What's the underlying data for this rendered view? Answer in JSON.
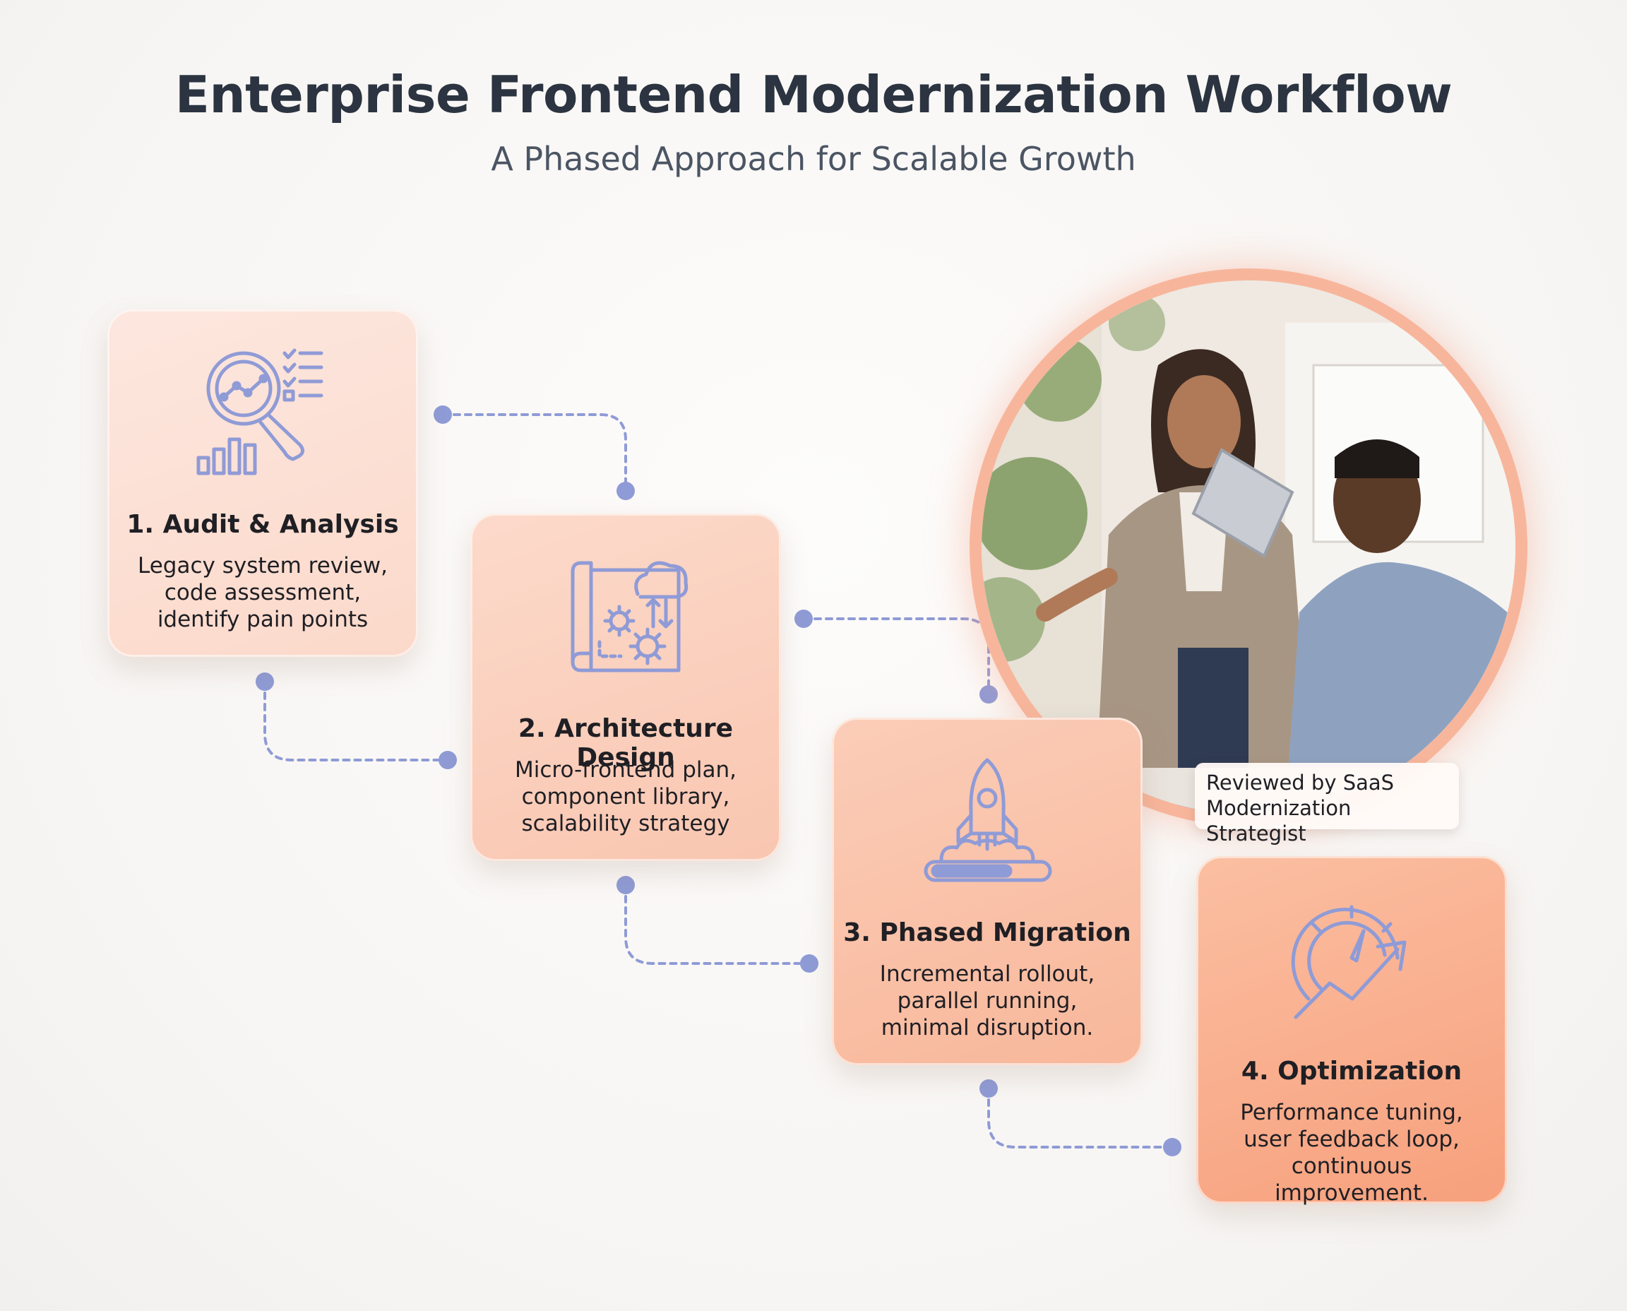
{
  "header": {
    "title": "Enterprise Frontend Modernization Workflow",
    "subtitle": "A Phased Approach for Scalable Growth"
  },
  "steps": [
    {
      "title": "1. Audit & Analysis",
      "description": "Legacy system review, code assessment, identify pain points",
      "icon": "magnifier-chart-icon"
    },
    {
      "title": "2. Architecture Design",
      "description": "Micro-frontend plan, component library, scalability strategy",
      "icon": "blueprint-gears-cloud-icon"
    },
    {
      "title": "3. Phased Migration",
      "description": "Incremental rollout, parallel running, minimal disruption.",
      "icon": "rocket-launch-icon"
    },
    {
      "title": "4. Optimization",
      "description": "Performance tuning, user feedback loop, continuous improvement.",
      "icon": "gauge-growth-icon"
    }
  ],
  "photo": {
    "badge": "Reviewed by SaaS Modernization Strategist"
  },
  "colors": {
    "connector": "#8f9bd6",
    "icon_stroke": "#8f9bd6",
    "ring": "#f7b69c"
  }
}
